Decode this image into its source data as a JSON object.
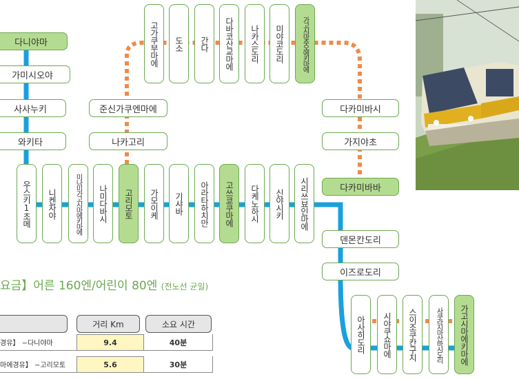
{
  "stations": {
    "danii": "다니야마",
    "gami": "가미시오야",
    "sasa": "사사누키",
    "waki": "와키타",
    "usu": "우스키1초메",
    "nike": "니켄자야",
    "minami": "미나미가고시마에키마에",
    "namida": "나미다바시",
    "korimoto": "고리모토",
    "gamoi": "가모이케",
    "kisha": "기샤바",
    "arata": "아라타하치만",
    "kotsu": "고쓰쿄쿠마에",
    "dake": "다케노하시",
    "shinya": "신야시키",
    "shiyaku": "시리쓰뵤인마에",
    "junshin": "준신가쿠엔마에",
    "nakagori": "나카고리",
    "kokabu": "고가쿠부마에",
    "doso": "도소",
    "kanda": "간다",
    "dabako": "다바코산교마에",
    "nakasu": "나카스도리",
    "miyako": "미야코도리",
    "kagoshima_chuo": "가고시마추오에키마에",
    "takami_bashi": "다카미바시",
    "kajiya": "가지야초",
    "takami_baba": "다카미바바",
    "tenmon": "덴몬칸도리",
    "izuro": "이즈로도리",
    "asahi": "아사히도리",
    "shiyakusho": "시야쿠쇼마에",
    "suizo": "스이조쿠칸구치",
    "sakurajima": "사쿠라지마산바시도리",
    "kagoshima_eki": "가고시마에키마에"
  },
  "fare": {
    "text": "요금】어른 160엔/어린이 80엔",
    "note": "(전노선 균일)"
  },
  "table": {
    "headers": [
      "거리 Km",
      "소요 시간"
    ],
    "rows": [
      {
        "route": "경유】 −다니야마",
        "km": "9.4",
        "time": "40분"
      },
      {
        "route": "마에경유】 −고리모토",
        "km": "5.6",
        "time": "30분"
      }
    ]
  },
  "colors": {
    "line_blue": "#1aa0dc",
    "line_orange": "#f08a4b",
    "box_green": "#b4dc90",
    "box_border": "#6aa84f",
    "fare_text": "#6aa84f"
  }
}
